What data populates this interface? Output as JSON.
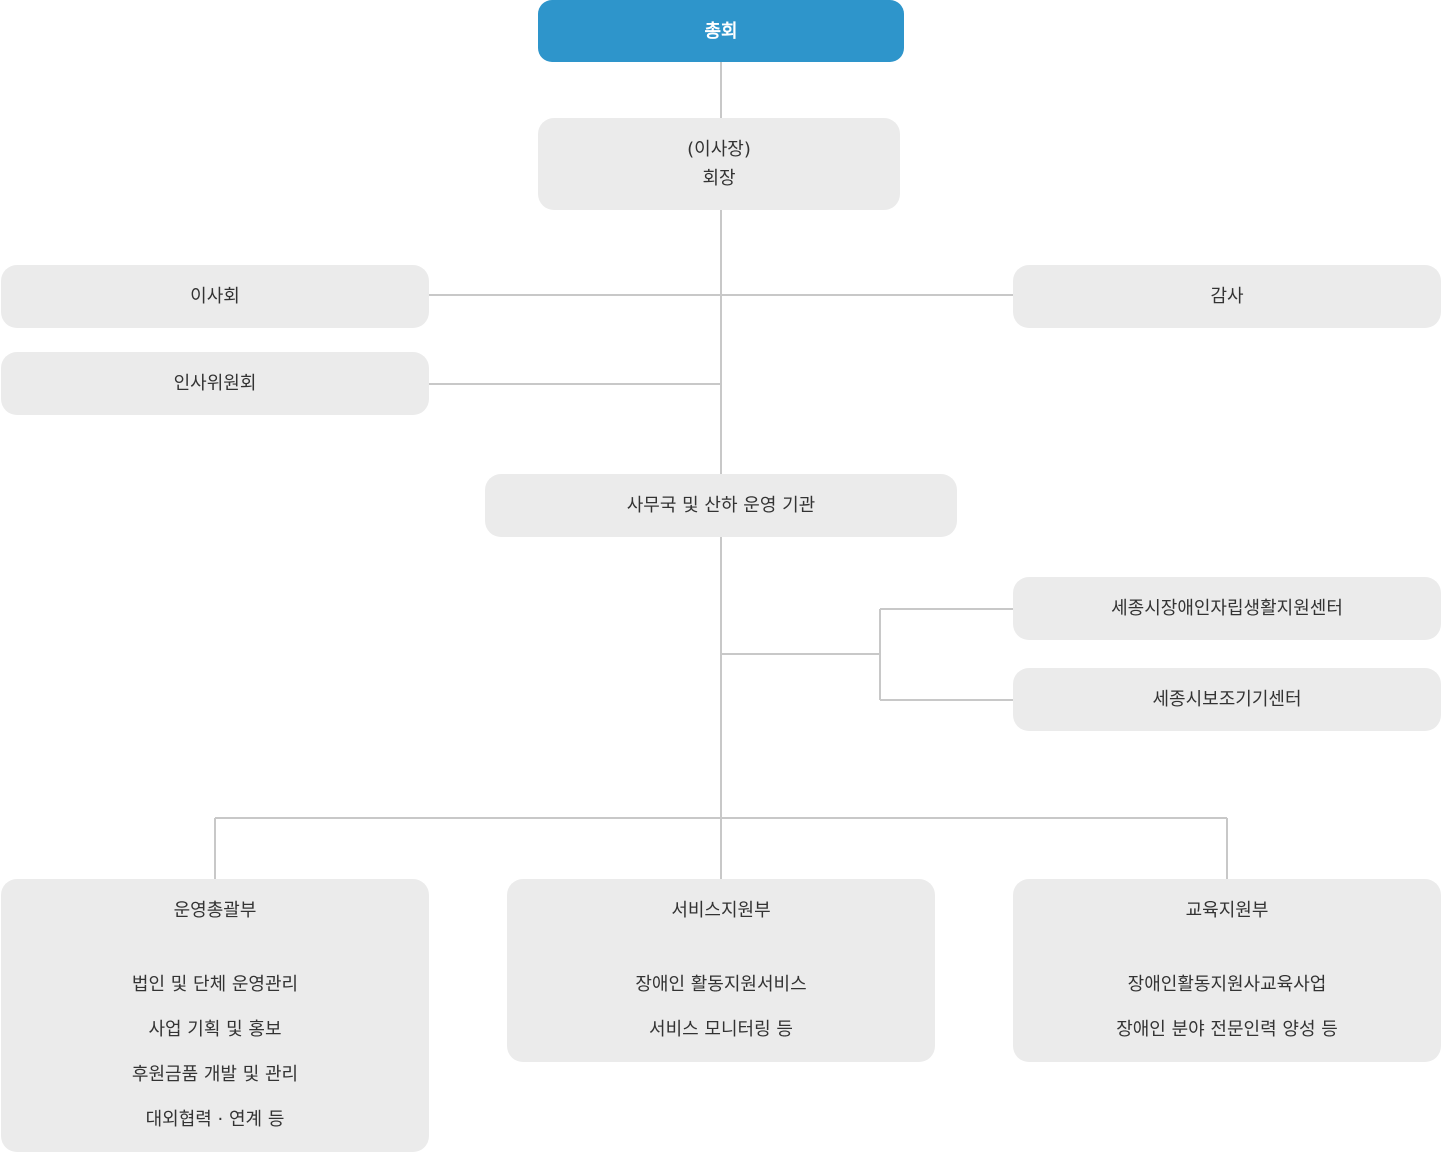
{
  "org": {
    "general_assembly": "총회",
    "chairman": {
      "line1": "(이사장)",
      "line2": "회장"
    },
    "board": "이사회",
    "personnel_committee": "인사위원회",
    "auditor": "감사",
    "secretariat": "사무국 및 산하 운영 기관",
    "affiliates": [
      "세종시장애인자립생활지원센터",
      "세종시보조기기센터"
    ],
    "departments": [
      {
        "title": "운영총괄부",
        "items": [
          "법인 및 단체 운영관리",
          "사업 기획 및 홍보",
          "후원금품 개발 및 관리",
          "대외협력 · 연계 등"
        ]
      },
      {
        "title": "서비스지원부",
        "items": [
          "장애인 활동지원서비스",
          "서비스 모니터링 등"
        ]
      },
      {
        "title": "교육지원부",
        "items": [
          "장애인활동지원사교육사업",
          "장애인 분야 전문인력 양성 등"
        ]
      }
    ]
  },
  "colors": {
    "primary": "#2e95cb",
    "box": "#ebebeb",
    "line": "#c8c8c8",
    "text": "#333333"
  }
}
